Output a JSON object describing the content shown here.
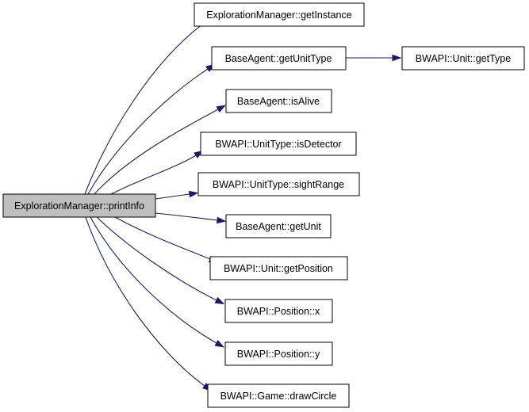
{
  "colors": {
    "edge": "#191970",
    "root_fill": "#bfbfbf",
    "node_fill": "#ffffff",
    "border": "#000000"
  },
  "nodes": {
    "root": "ExplorationManager::printInfo",
    "em_getInstance": "ExplorationManager::getInstance",
    "ba_getUnitType": "BaseAgent::getUnitType",
    "unit_getType": "BWAPI::Unit::getType",
    "ba_isAlive": "BaseAgent::isAlive",
    "ut_isDetector": "BWAPI::UnitType::isDetector",
    "ut_sightRange": "BWAPI::UnitType::sightRange",
    "ba_getUnit": "BaseAgent::getUnit",
    "unit_getPosition": "BWAPI::Unit::getPosition",
    "pos_x": "BWAPI::Position::x",
    "pos_y": "BWAPI::Position::y",
    "game_drawCircle": "BWAPI::Game::drawCircle"
  },
  "edges": [
    {
      "from": "root",
      "to": "em_getInstance"
    },
    {
      "from": "root",
      "to": "ba_getUnitType"
    },
    {
      "from": "ba_getUnitType",
      "to": "unit_getType"
    },
    {
      "from": "root",
      "to": "ba_isAlive"
    },
    {
      "from": "root",
      "to": "ut_isDetector"
    },
    {
      "from": "root",
      "to": "ut_sightRange"
    },
    {
      "from": "root",
      "to": "ba_getUnit"
    },
    {
      "from": "root",
      "to": "unit_getPosition"
    },
    {
      "from": "root",
      "to": "pos_x"
    },
    {
      "from": "root",
      "to": "pos_y"
    },
    {
      "from": "root",
      "to": "game_drawCircle"
    }
  ]
}
